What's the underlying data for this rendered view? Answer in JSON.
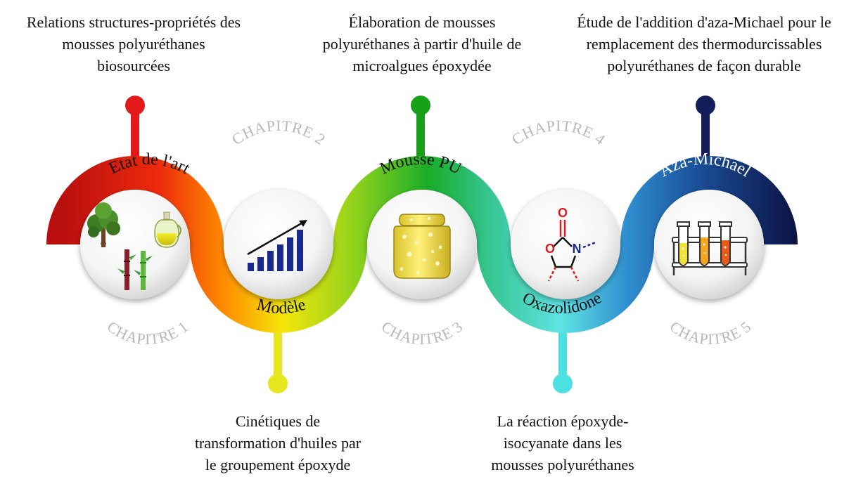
{
  "chapters": [
    {
      "number_label": "CHAPITRE 1",
      "band_title": "Etat de l'art",
      "description": [
        "Relations structures-propriétés des",
        "mousses polyuréthanes",
        "biosourcées"
      ],
      "pin_color": "#e11919",
      "icon": "tree-oil-bamboo-icon"
    },
    {
      "number_label": "CHAPITRE 2",
      "band_title": "Modèle",
      "description": [
        "Cinétiques de",
        "transformation d'huiles par",
        "le groupement époxyde"
      ],
      "pin_color": "#e6e61e",
      "icon": "rising-bar-chart-icon"
    },
    {
      "number_label": "CHAPITRE 3",
      "band_title": "Mousse PU",
      "description": [
        "Élaboration de mousses",
        "polyuréthanes à partir d'huile de",
        "microalgues époxydée"
      ],
      "pin_color": "#19a019",
      "icon": "foam-jar-icon"
    },
    {
      "number_label": "CHAPITRE 4",
      "band_title": "Oxazolidone",
      "description": [
        "La réaction époxyde-",
        "isocyanate dans les",
        "mousses polyuréthanes"
      ],
      "pin_color": "#4de0e0",
      "icon": "oxazolidone-molecule-icon"
    },
    {
      "number_label": "CHAPITRE 5",
      "band_title": "Aza-Michael",
      "description": [
        "Étude de l'addition d'aza-Michael pour le",
        "remplacement des thermodurcissables",
        "polyuréthanes de façon durable"
      ],
      "pin_color": "#141e5a",
      "icon": "test-tubes-icon"
    }
  ],
  "molecule": {
    "atom_o_top": "O",
    "atom_o_ring": "O",
    "atom_n": "N"
  }
}
